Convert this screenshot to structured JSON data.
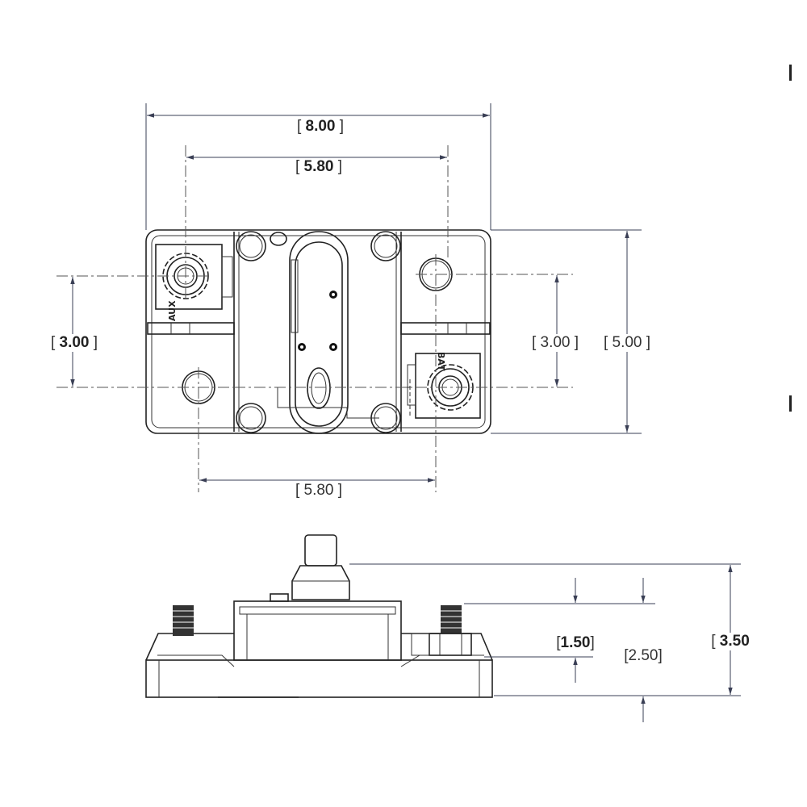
{
  "drawing": {
    "top_view": {
      "overall_width": "8.00",
      "terminal_spacing_top": "5.80",
      "terminal_spacing_bottom": "5.80",
      "left_offset": "3.00",
      "right_offset": "3.00",
      "overall_height": "5.00",
      "aux_label": "AUX",
      "bat_label": "BAT"
    },
    "side_view": {
      "stud_height": "1.50",
      "body_height": "2.50",
      "overall_height": "3.50"
    }
  }
}
